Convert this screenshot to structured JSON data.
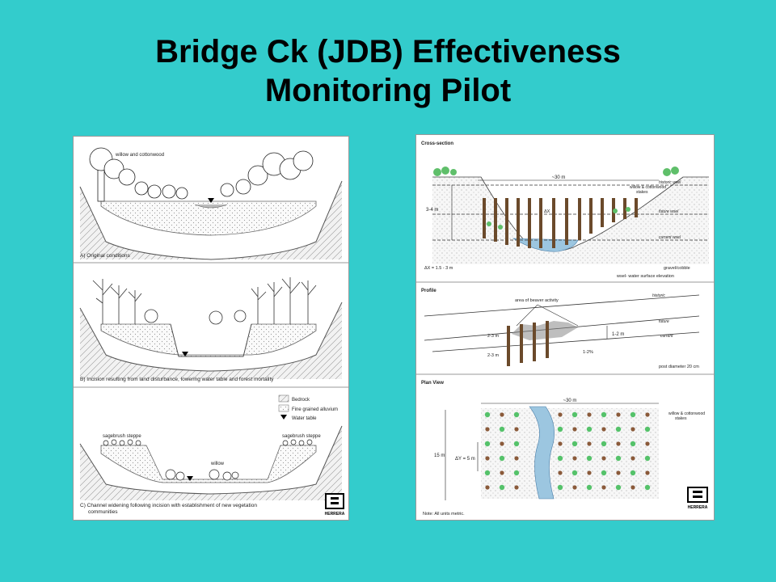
{
  "slide": {
    "title_line1": "Bridge Ck (JDB) Effectiveness",
    "title_line2": "Monitoring Pilot",
    "background_color": "#33cccc"
  },
  "left_figure": {
    "panel_a": {
      "vegetation_label": "willow and cottonwood",
      "caption": "A) Original conditions"
    },
    "panel_b": {
      "caption": "B) Incision resulting from land disturbance, lowering water table and forest mortality"
    },
    "panel_c": {
      "left_label": "sagebrush steppe",
      "right_label": "sagebrush steppe",
      "center_label": "willow",
      "caption_line1": "C) Channel widening following incision with establishment of new vegetation",
      "caption_line2": "communities"
    },
    "legend": {
      "bedrock": "Bedrock",
      "alluvium": "Fine grained alluvium",
      "water_table": "Water table"
    },
    "logo_text": "HERRERA"
  },
  "right_figure": {
    "cross_section": {
      "heading": "Cross-section",
      "width_label": "~30 m",
      "depth_label": "3-4 m",
      "stake_label_1": "willow & cottonwood",
      "stake_label_2": "stakes",
      "historic": "historic wsel",
      "future": "future wsel",
      "current": "current wsel",
      "dx_label": "ΔX",
      "dx_note": "ΔX = 1.5 - 3 m",
      "gravel": "gravel/cobble",
      "wsel_note": "wsel- water surface elevation"
    },
    "profile": {
      "heading": "Profile",
      "beaver": "area of beaver activity",
      "historic": "historic",
      "future": "future",
      "current": "current",
      "rise": "1-2 m",
      "h1": "2-3 m",
      "h2": "2-3 m",
      "slope": "1-2%",
      "post": "post diameter 20 cm"
    },
    "plan_view": {
      "heading": "Plan View",
      "width_label": "~30 m",
      "length_label": "15 m",
      "dy_label": "ΔY = 5 m",
      "stake_label_1": "willow & cottonwood",
      "stake_label_2": "stakes",
      "note": "Note: All units metric.",
      "logo_text": "HERRERA"
    }
  }
}
